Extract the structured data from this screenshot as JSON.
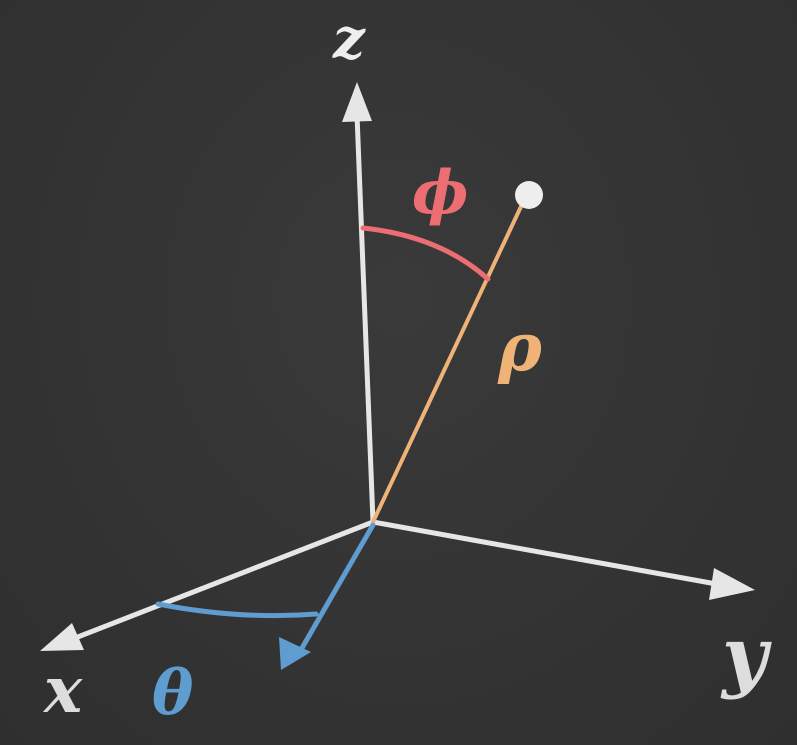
{
  "labels": {
    "z_axis": "z",
    "y_axis": "y",
    "x_axis": "x",
    "phi": "ϕ",
    "rho": "ρ",
    "theta": "θ"
  },
  "colors": {
    "background": "#353535",
    "axis": "#e6e6e6",
    "phi": "#ec6e73",
    "rho": "#efb277",
    "theta": "#5f9cd0",
    "point": "#eeeeee"
  }
}
